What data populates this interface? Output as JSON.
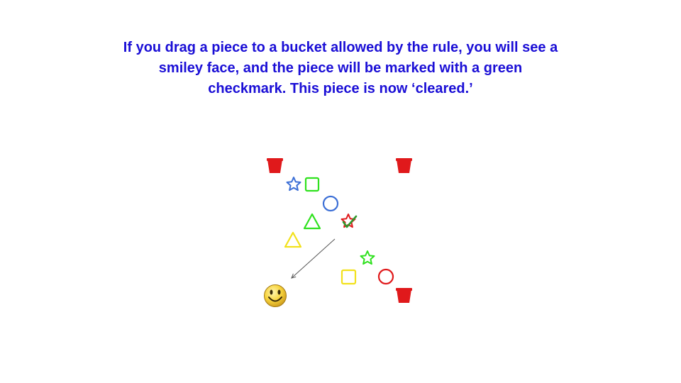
{
  "instruction": {
    "line1": "If you drag a piece to a bucket allowed by the rule, you will see a",
    "line2": "smiley face, and the piece will be marked with a green",
    "line3": "checkmark. This piece is now ‘cleared.’"
  },
  "colors": {
    "text": "#1a0ed6",
    "red": "#e0191b",
    "green": "#2fe11e",
    "blue": "#3c6fd6",
    "yellow": "#f2e11c",
    "check": "#2e9a2e",
    "arrow": "#555555",
    "smiley": "#f7d33c"
  },
  "buckets": [
    {
      "name": "bucket-top-left",
      "color": "red"
    },
    {
      "name": "bucket-top-right",
      "color": "red"
    },
    {
      "name": "bucket-bottom-right",
      "color": "red"
    }
  ],
  "pieces": [
    {
      "shape": "star",
      "color": "blue"
    },
    {
      "shape": "square",
      "color": "green"
    },
    {
      "shape": "circle",
      "color": "blue"
    },
    {
      "shape": "triangle",
      "color": "green"
    },
    {
      "shape": "star",
      "color": "red",
      "status": "cleared"
    },
    {
      "shape": "triangle",
      "color": "yellow"
    },
    {
      "shape": "star",
      "color": "green"
    },
    {
      "shape": "square",
      "color": "yellow"
    },
    {
      "shape": "circle",
      "color": "red"
    }
  ],
  "feedback": {
    "icon": "smiley-face-icon",
    "indicator": "arrow-icon"
  }
}
